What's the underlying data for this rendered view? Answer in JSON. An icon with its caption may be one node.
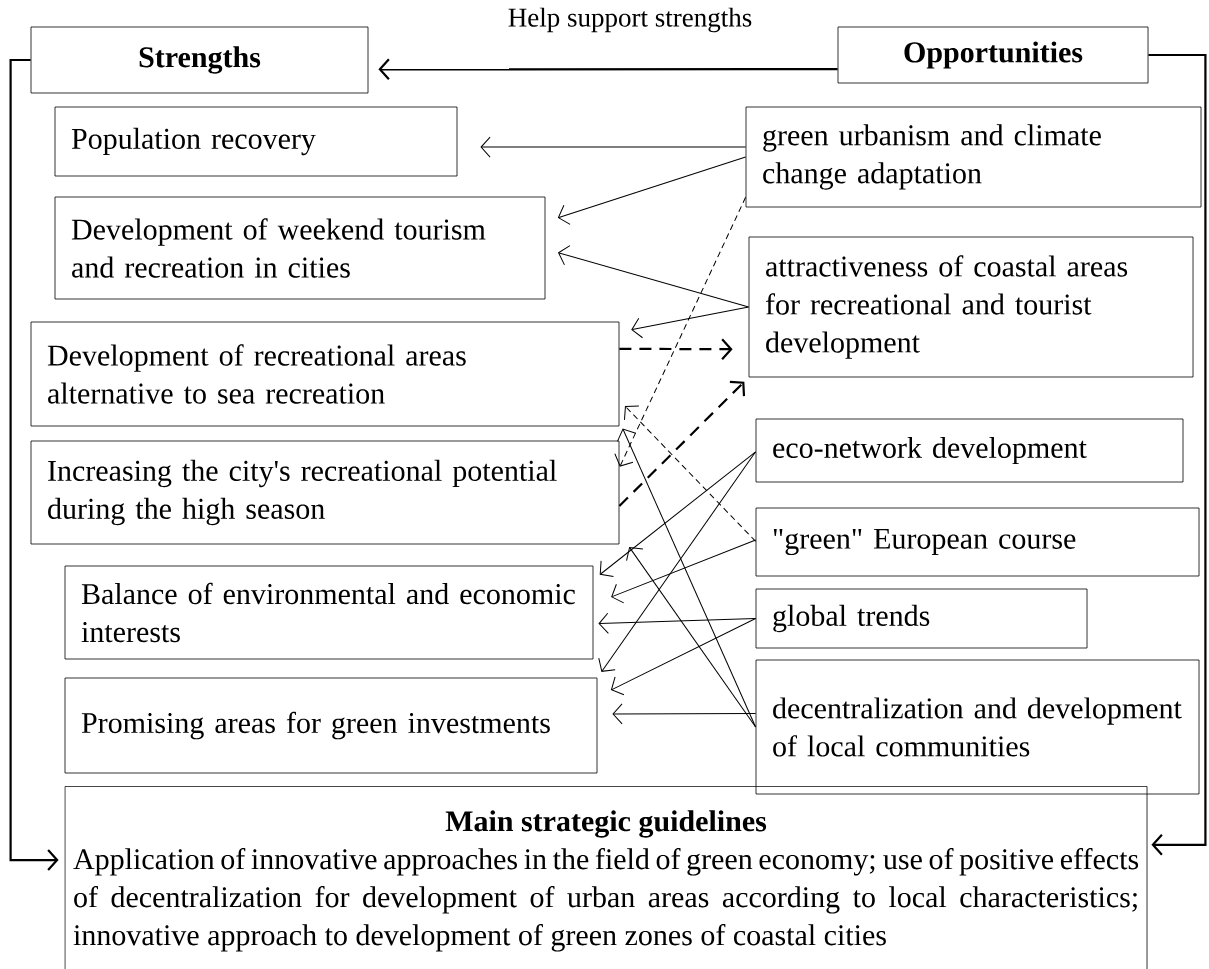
{
  "diagram": {
    "nodes": [
      {
        "text": [
          "Strengths"
        ]
      },
      {
        "text": [
          "Opportunities"
        ]
      },
      {
        "text": [
          "Population recovery"
        ]
      },
      {
        "text": [
          "Development of weekend tourism and recreation in cities"
        ]
      },
      {
        "text": [
          "Development of recreational areas alternative to sea recreation"
        ]
      },
      {
        "text": [
          "Increasing the city's recreational potential during the high season"
        ]
      },
      {
        "text": [
          "Balance of environmental and economic interests"
        ]
      },
      {
        "text": [
          "Promising areas for green investments"
        ]
      },
      {
        "text": [
          "Main strategic guidelines",
          "Application of innovative approaches in the field of green economy; use of positive effects of decentralization for development of urban areas according to local characteristics; innovative approach to development of green zones of coastal cities"
        ]
      },
      {
        "text": [
          "green urbanism and climate change adaptation"
        ]
      },
      {
        "text": [
          "attractiveness of coastal areas for recreational and tourist development"
        ]
      },
      {
        "text": [
          "eco-network development"
        ]
      },
      {
        "text": [
          "\"green\" European course"
        ]
      },
      {
        "text": [
          "global trends"
        ]
      },
      {
        "text": [
          "decentralization and development of local communities"
        ]
      }
    ],
    "edges": [
      {
        "from": 1,
        "to": 0,
        "arrow": "to",
        "label": "Help support strengths"
      },
      {
        "from": 0,
        "to": 8,
        "arrow": "to"
      },
      {
        "from": 1,
        "to": 8,
        "arrow": "to"
      },
      {
        "from": 9,
        "to": 2,
        "arrow": "to"
      },
      {
        "from": 9,
        "to": 3,
        "arrow": "to"
      },
      {
        "from": 9,
        "to": 5,
        "arrow": "to",
        "style": "dashed"
      },
      {
        "from": 10,
        "to": 3,
        "arrow": "to"
      },
      {
        "from": 10,
        "to": 4,
        "arrow": "to"
      },
      {
        "from": 4,
        "to": 10,
        "arrow": "to",
        "style": "dashed"
      },
      {
        "from": 5,
        "to": 10,
        "arrow": "to",
        "style": "dashed"
      },
      {
        "from": 12,
        "to": 4,
        "arrow": "to",
        "style": "dashed"
      },
      {
        "from": 11,
        "to": 6,
        "arrow": "to"
      },
      {
        "from": 11,
        "to": 7,
        "arrow": "to"
      },
      {
        "from": 12,
        "to": 6,
        "arrow": "to"
      },
      {
        "from": 13,
        "to": 6,
        "arrow": "to"
      },
      {
        "from": 13,
        "to": 7,
        "arrow": "to"
      },
      {
        "from": 14,
        "to": 4,
        "arrow": "to"
      },
      {
        "from": 14,
        "to": 5,
        "arrow": "to"
      },
      {
        "from": 14,
        "to": 7,
        "arrow": "to"
      }
    ]
  }
}
